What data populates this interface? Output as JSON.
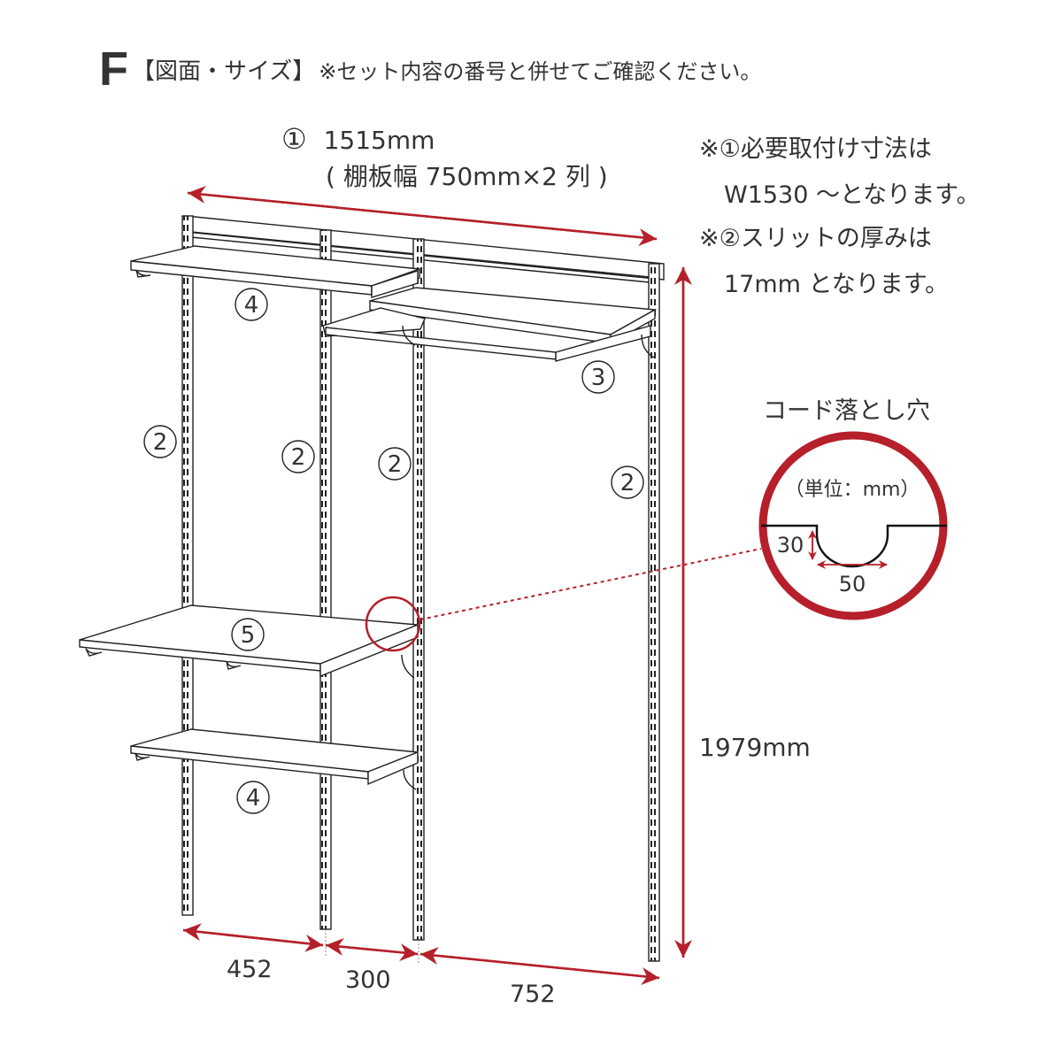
{
  "header": {
    "letter": "F",
    "title": "【図面・サイズ】",
    "note": "※セット内容の番号と併せてご確認ください。"
  },
  "dimensions": {
    "width_label_num": "①",
    "width_total": "1515mm",
    "width_detail": "( 棚板幅 750mm×2 列 )",
    "height_total": "1979mm",
    "span_left": "452",
    "span_middle": "300",
    "span_right": "752"
  },
  "notes": [
    {
      "line1": "※①必要取付け寸法は",
      "line2": "W1530 〜となります。"
    },
    {
      "line1": "※②スリットの厚みは",
      "line2": "17mm となります。"
    }
  ],
  "part_labels": {
    "upright": "2",
    "hanger_shelf": "3",
    "shelf_top_left": "4",
    "shelf_bottom_left": "4",
    "desk_shelf": "5"
  },
  "detail": {
    "title": "コード落とし穴",
    "unit": "（単位：mm）",
    "depth": "30",
    "width": "50"
  },
  "colors": {
    "accent_red": "#b5202a",
    "line": "#222222",
    "text": "#333333"
  }
}
